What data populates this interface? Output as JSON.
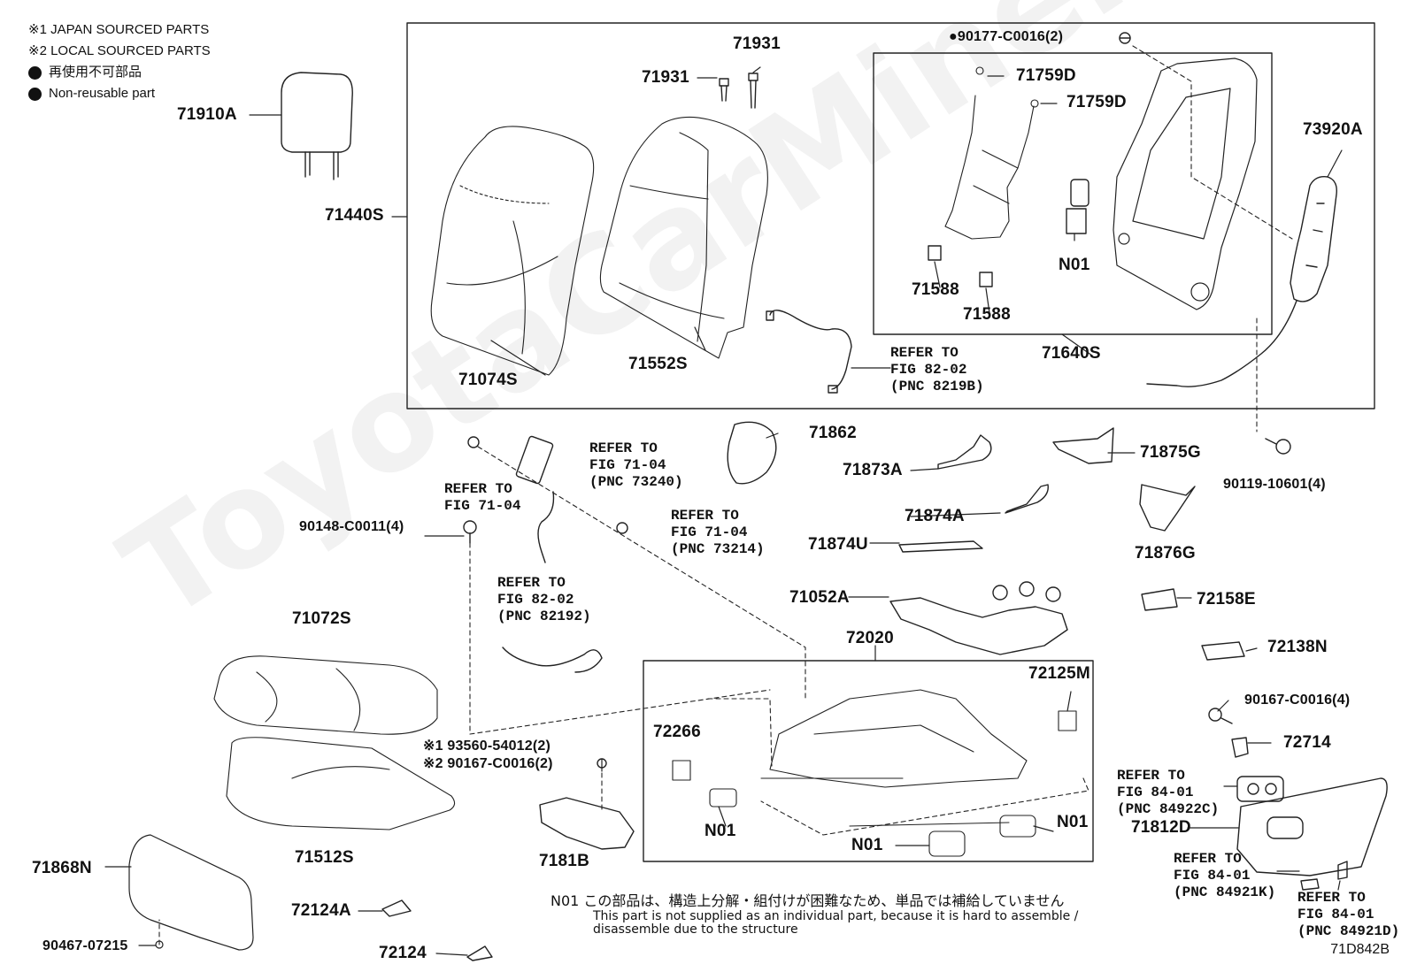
{
  "legend": {
    "japan_sourced": "※1 JAPAN SOURCED PARTS",
    "local_sourced": "※2 LOCAL SOURCED PARTS",
    "non_reusable_jp": "再使用不可部品",
    "non_reusable_en": "Non-reusable part"
  },
  "watermark": "ToyotaCarMiner.ru",
  "diagram_code": "71D842B",
  "note": {
    "jp": "N01 この部品は、構造上分解・組付けが困難なため、単品では補給していません",
    "en_line1": "This part is not supplied as an individual part, because it is hard to assemble /",
    "en_line2": "disassemble due to the structure"
  },
  "parts": {
    "p71910A": "71910A",
    "p71440S": "71440S",
    "p71931a": "71931",
    "p71931b": "71931",
    "p90177": "●90177-C0016(2)",
    "p71759Da": "71759D",
    "p71759Db": "71759D",
    "p73920A": "73920A",
    "pN01a": "N01",
    "p71588a": "71588",
    "p71588b": "71588",
    "p71074S": "71074S",
    "p71552S": "71552S",
    "p71640S": "71640S",
    "p71862": "71862",
    "p71873A": "71873A",
    "p71875G": "71875G",
    "p90119": "90119-10601(4)",
    "p71874A": "71874A",
    "p71874U": "71874U",
    "p71876G": "71876G",
    "p90148": "90148-C0011(4)",
    "p71052A": "71052A",
    "p72158E": "72158E",
    "p71072S": "71072S",
    "p72020": "72020",
    "p72138N": "72138N",
    "p72125M": "72125M",
    "p90167a": "90167-C0016(4)",
    "p93560": "※1 93560-54012(2)",
    "p90167b": "※2 90167-C0016(2)",
    "p72266": "72266",
    "p72714": "72714",
    "pN01b": "N01",
    "pN01c": "N01",
    "pN01d": "N01",
    "p71812D": "71812D",
    "p71512S": "71512S",
    "p7181B": "7181B",
    "p71868N": "71868N",
    "p72124A": "72124A",
    "p72124": "72124",
    "p90467": "90467-07215"
  },
  "refs": {
    "r8219B": "REFER TO\nFIG 82-02\n(PNC 8219B)",
    "r73240": "REFER TO\nFIG 71-04\n(PNC 73240)",
    "r7104": "REFER TO\nFIG 71-04",
    "r73214": "REFER TO\nFIG 71-04\n(PNC 73214)",
    "r82192": "REFER TO\nFIG 82-02\n(PNC 82192)",
    "r84922C": "REFER TO\nFIG 84-01\n(PNC 84922C)",
    "r84921K": "REFER TO\nFIG 84-01\n(PNC 84921K)",
    "r84921D": "REFER TO\nFIG 84-01\n(PNC 84921D)"
  }
}
